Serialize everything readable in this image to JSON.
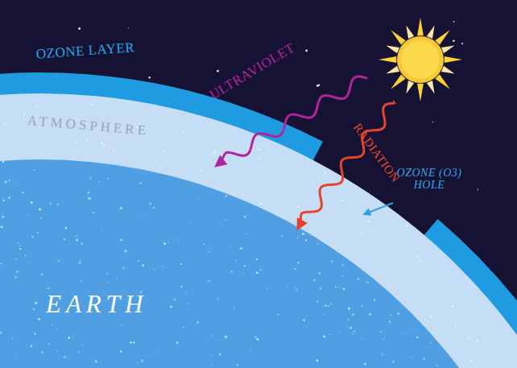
{
  "diagram": {
    "labels": [
      "OZONE LAYER",
      "ATMOSPHERE",
      "ULTRAVIOLET",
      "RADIATION",
      "OZONE (O3) HOLE",
      "EARTH"
    ]
  }
}
